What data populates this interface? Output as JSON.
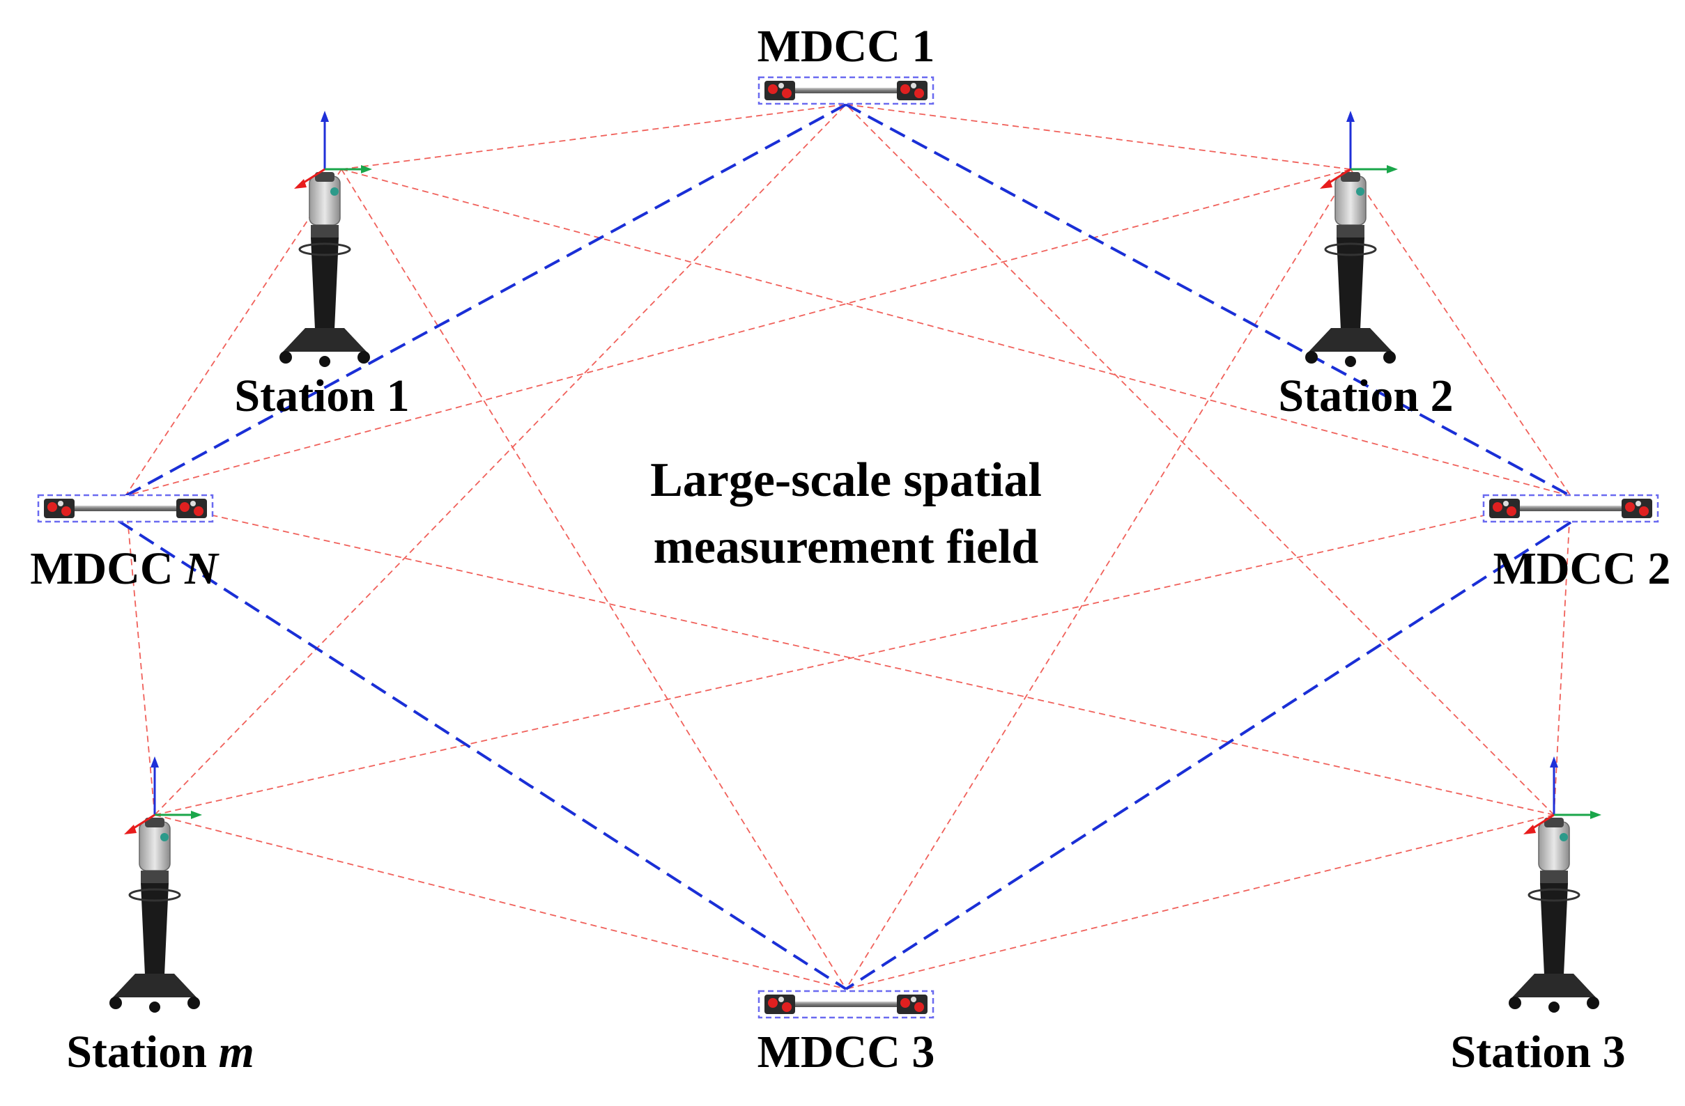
{
  "labels": {
    "mdcc1": "MDCC 1",
    "mdcc2": "MDCC 2",
    "mdcc3": "MDCC 3",
    "mdccN_prefix": "MDCC ",
    "mdccN_var": "N",
    "station1": "Station 1",
    "station2": "Station 2",
    "station3": "Station 3",
    "stationM_prefix": "Station ",
    "stationM_var": "m",
    "center_line1": "Large-scale spatial",
    "center_line2": "measurement field"
  },
  "colors": {
    "sight_line": "#f0605a",
    "baseline": "#1a2fd6",
    "axis_x": "#e81c1c",
    "axis_y": "#1aa64a",
    "axis_z": "#1f30d8",
    "bar_frame": "#6a6af0",
    "tripod": "#1a1a1a"
  },
  "icons": {
    "station": "laser-tracker-icon",
    "mdcc": "calibration-bar-icon",
    "axes": "coordinate-axes-icon"
  }
}
